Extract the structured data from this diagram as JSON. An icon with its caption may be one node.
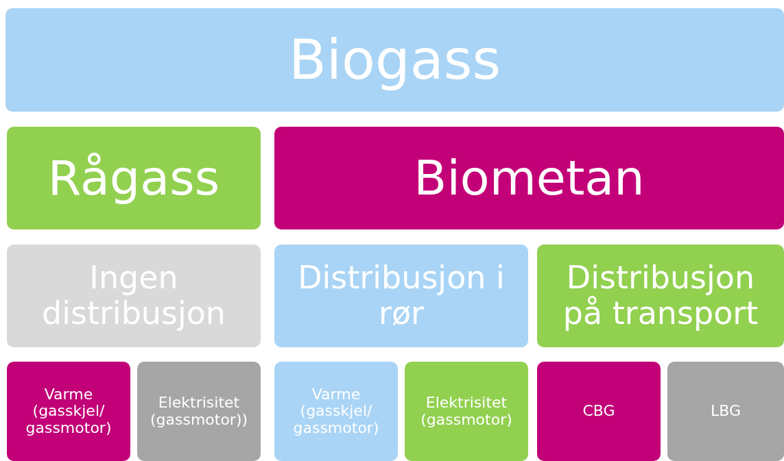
{
  "diagram": {
    "nodes": [
      {
        "text": [
          "Biogass"
        ]
      },
      {
        "text": [
          "Rågass"
        ]
      },
      {
        "text": [
          "Biometan"
        ]
      },
      {
        "text": [
          "Ingen distribusjon"
        ]
      },
      {
        "text": [
          "Distribusjon i rør"
        ]
      },
      {
        "text": [
          "Distribusjon på transport"
        ]
      },
      {
        "text": [
          "Varme (gasskjel/ gassmotor)"
        ]
      },
      {
        "text": [
          "Elektrisitet (gassmotor))"
        ]
      },
      {
        "text": [
          "Varme (gasskjel/ gassmotor)"
        ]
      },
      {
        "text": [
          "Elektrisitet (gassmotor)"
        ]
      },
      {
        "text": [
          "CBG"
        ]
      },
      {
        "text": [
          "LBG"
        ]
      }
    ]
  }
}
